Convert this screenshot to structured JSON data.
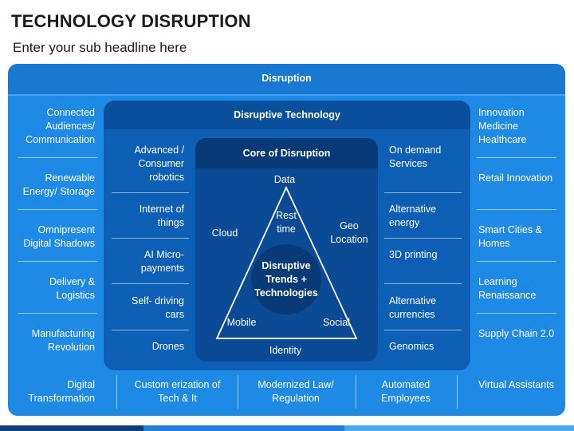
{
  "header": {
    "title": "TECHNOLOGY DISRUPTION",
    "subtitle": "Enter your sub headline here"
  },
  "bands": {
    "outer": "Disruption",
    "middle": "Disruptive Technology",
    "core": "Core of Disruption"
  },
  "left_column": [
    "Connected Audiences/ Communication",
    "Renewable Energy/ Storage",
    "Omnipresent Digital Shadows",
    "Delivery & Logistics",
    "Manufacturing Revolution"
  ],
  "right_column": [
    "Innovation Medicine Healthcare",
    "Retail Innovation",
    "Smart Cities & Homes",
    "Learning Renaissance",
    "Supply Chain 2.0"
  ],
  "mid_left": [
    "Advanced / Consumer robotics",
    "Internet of things",
    "AI Micro-payments",
    "Self- driving cars",
    "Drones"
  ],
  "mid_right": [
    "On demand Services",
    "Alternative energy",
    "3D printing",
    "Alternative currencies",
    "Genomics"
  ],
  "bottom_row": [
    "Digital Transformation",
    "Custom erization of Tech & It",
    "Modernized Law/ Regulation",
    "Automated Employees",
    "Virtual Assistants"
  ],
  "core": {
    "top": "Data",
    "left": "Cloud",
    "right": "Geo Location",
    "inner_top": "Rest time",
    "center": "Disruptive Trends + Technologies",
    "bottom_left": "Mobile",
    "bottom_right": "Social",
    "bottom": "Identity"
  },
  "colors": {
    "outer": "#1f8ae6",
    "middle": "#0d5fb5",
    "core": "#0b4a94",
    "center_circle": "#083a78"
  }
}
